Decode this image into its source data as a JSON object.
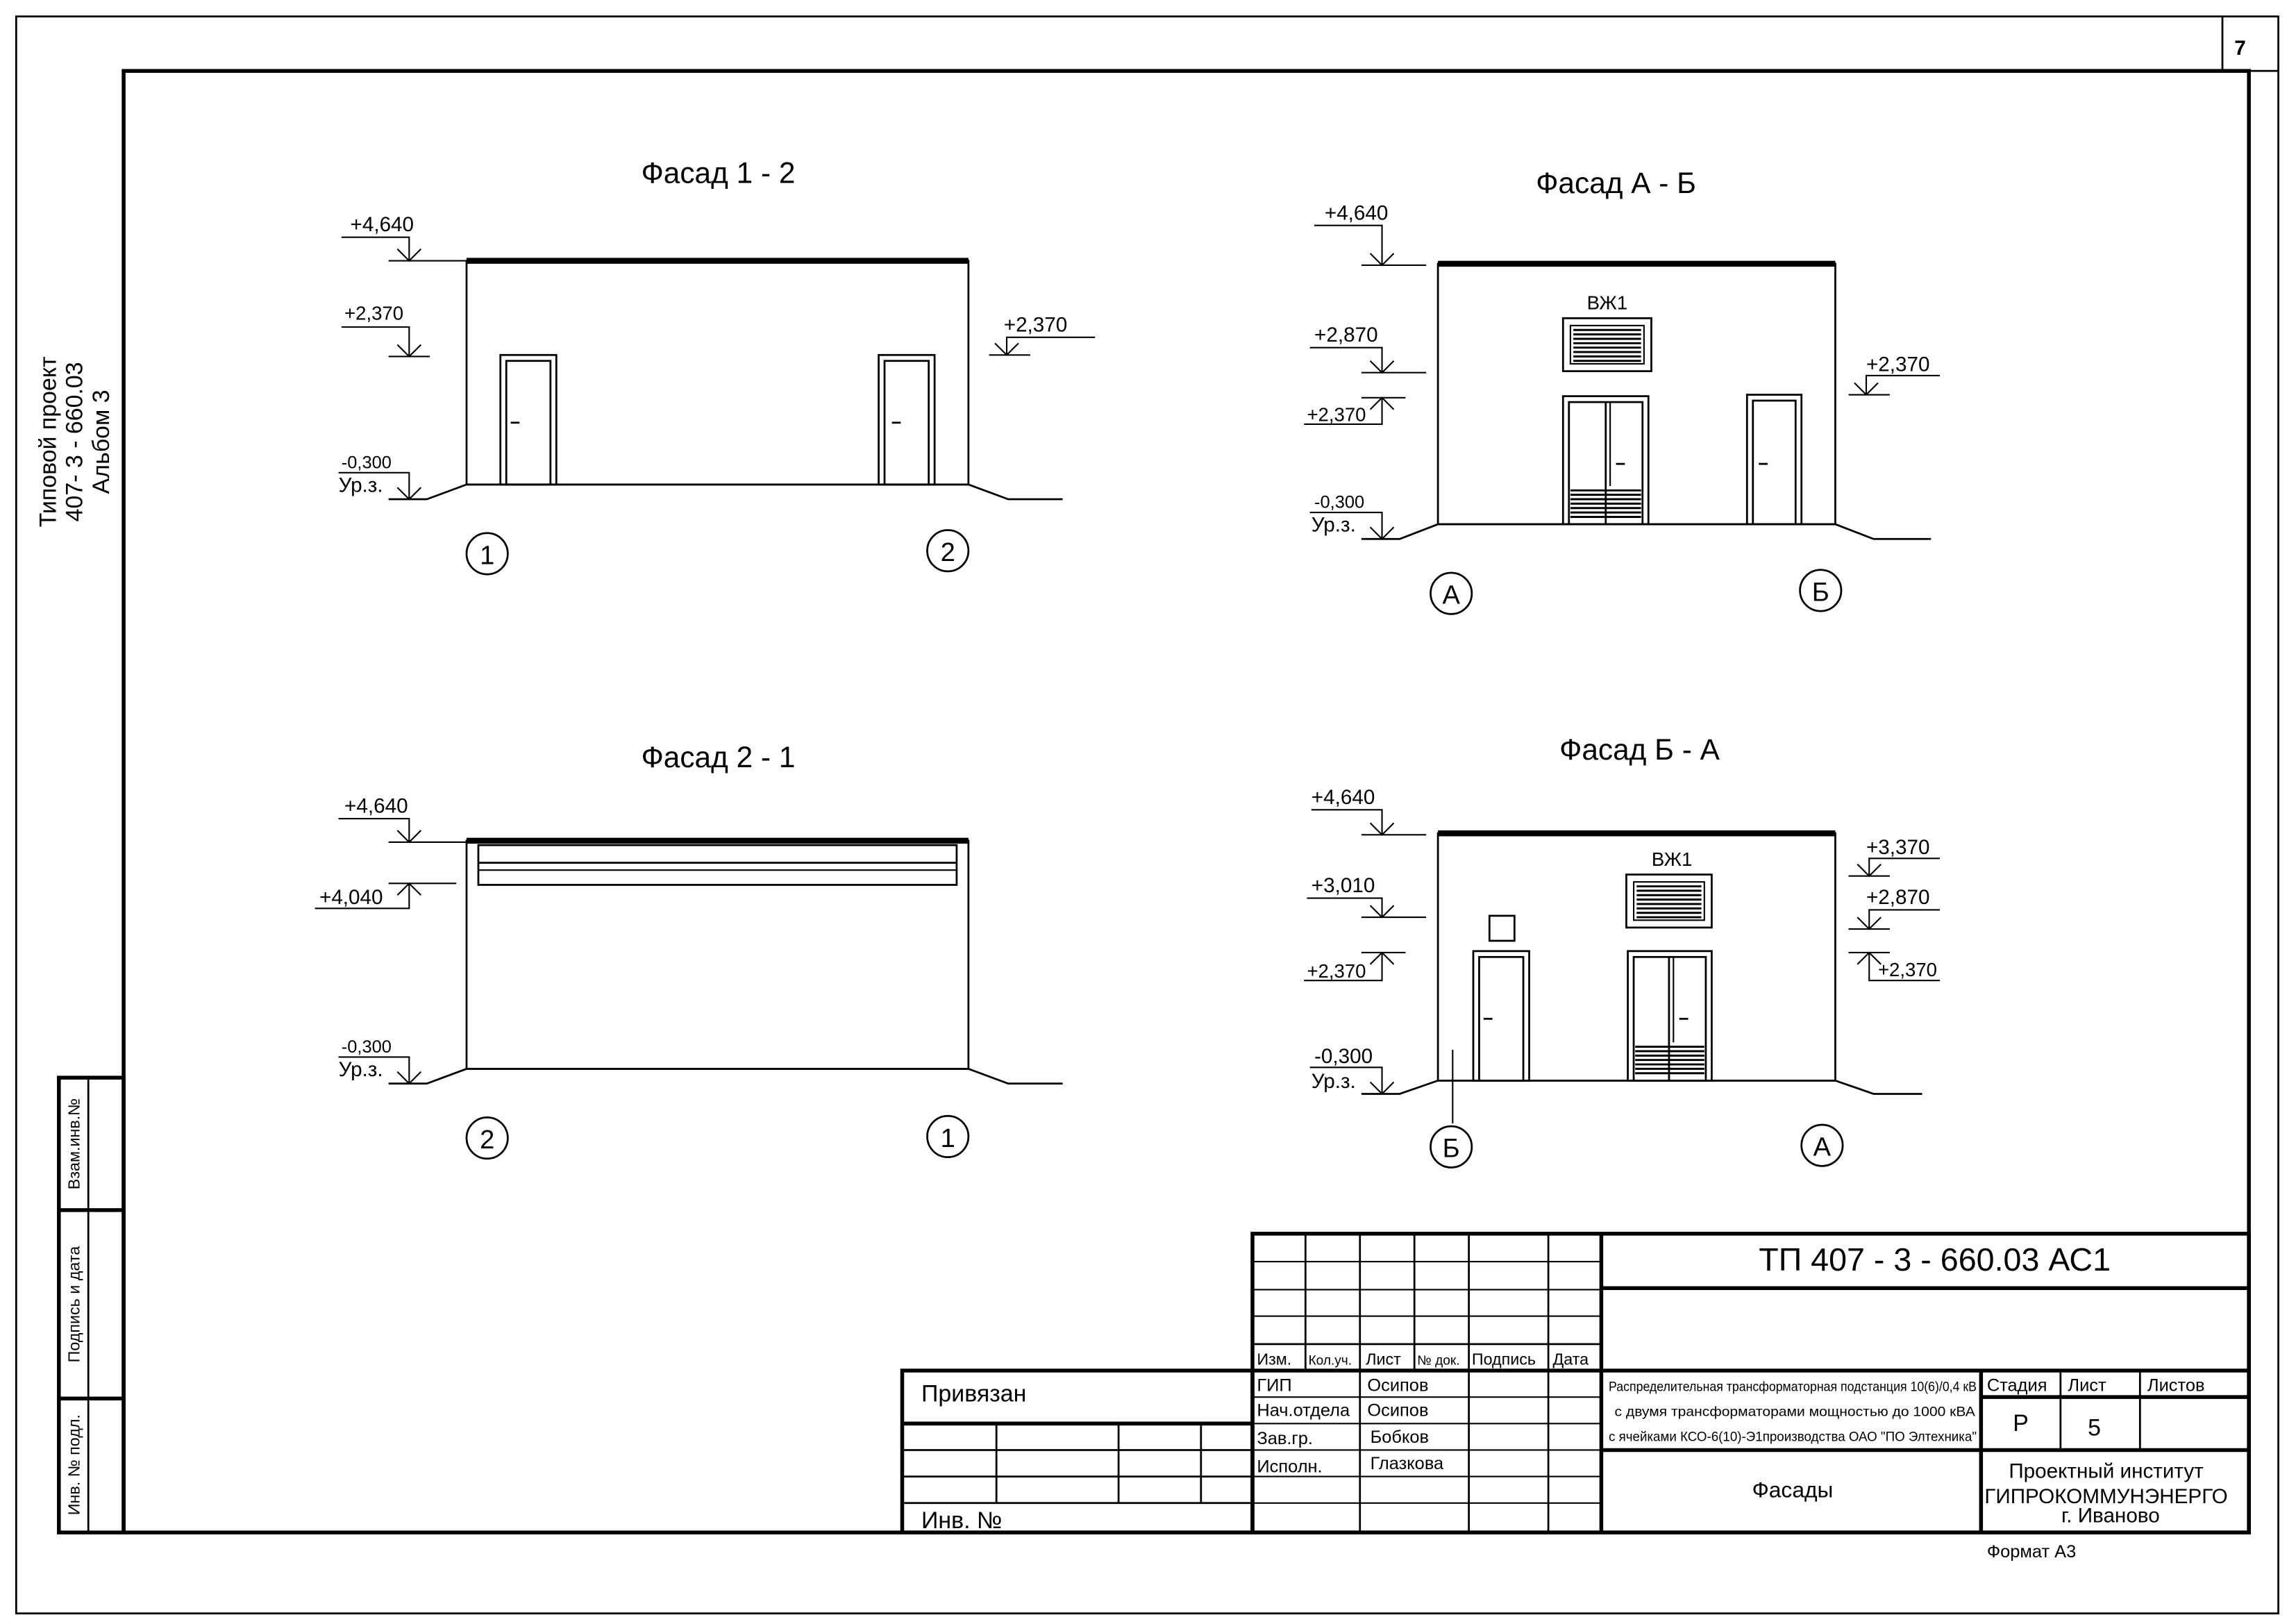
{
  "sheet_number": "7",
  "side_stamp": {
    "line1": "Типовой проект",
    "line2": "407- 3 - 660.03",
    "line3": "Альбом 3"
  },
  "side_table": {
    "vzam": "Взам.инв.№",
    "podpis": "Подпись и дата",
    "inv": "Инв. № подл."
  },
  "views": {
    "f12": {
      "title": "Фасад 1 - 2",
      "marks": {
        "top": "+4,640",
        "opening": "+2,370",
        "opening_right": "+2,370",
        "ground_level": "-0,300",
        "ground_label": "Ур.з."
      },
      "axes": [
        "1",
        "2"
      ]
    },
    "fab": {
      "title": "Фасад  А - Б",
      "marks": {
        "top": "+4,640",
        "grille": "+2,870",
        "opening": "+2,370",
        "opening_right": "+2,370",
        "ground_level": "-0,300",
        "ground_label": "Ур.з."
      },
      "grille_label": "ВЖ1",
      "axes": [
        "А",
        "Б"
      ]
    },
    "f21": {
      "title": "Фасад 2 - 1",
      "marks": {
        "top": "+4,640",
        "canopy": "+4,040",
        "ground_level": "-0,300",
        "ground_label": "Ур.з."
      },
      "axes": [
        "2",
        "1"
      ]
    },
    "fba": {
      "title": "Фасад  Б - А",
      "marks": {
        "top": "+4,640",
        "window": "+3,010",
        "opening": "+2,370",
        "grille_top": "+3,370",
        "grille_bottom": "+2,870",
        "opening_right": "+2,370",
        "ground_level": "-0,300",
        "ground_label": "Ур.з."
      },
      "grille_label": "ВЖ1",
      "axes": [
        "Б",
        "А"
      ]
    }
  },
  "title_block": {
    "doc_code": "ТП   407 - 3 - 660.03     АС1",
    "headers": {
      "izm": "Изм.",
      "kol": "Кол.уч.",
      "list": "Лист",
      "ndok": "№ док.",
      "podpis": "Подпись",
      "data": "Дата"
    },
    "roles": [
      {
        "role": "ГИП",
        "name": "Осипов"
      },
      {
        "role": "Нач.отдела",
        "name": "Осипов"
      },
      {
        "role": "Зав.гр.",
        "name": "Бобков"
      },
      {
        "role": "Исполн.",
        "name": "Глазкова"
      }
    ],
    "project_lines": [
      "Распределительная трансформаторная подстанция 10(6)/0,4 кВ",
      "с двумя трансформаторами мощностью до 1000 кВА",
      "с ячейками  КСО-6(10)-Э1производства ОАО \"ПО Элтехника\""
    ],
    "sheet_title": "Фасады",
    "stage_header": "Стадия",
    "list_header": "Лист",
    "lists_header": "Листов",
    "stage": "Р",
    "sheet": "5",
    "sheets": "",
    "org_lines": [
      "Проектный институт",
      "ГИПРОКОММУНЭНЕРГО",
      "г. Иваново"
    ],
    "format": "Формат А3"
  },
  "privyazan": {
    "label": "Привязан",
    "inv": "Инв. №"
  }
}
